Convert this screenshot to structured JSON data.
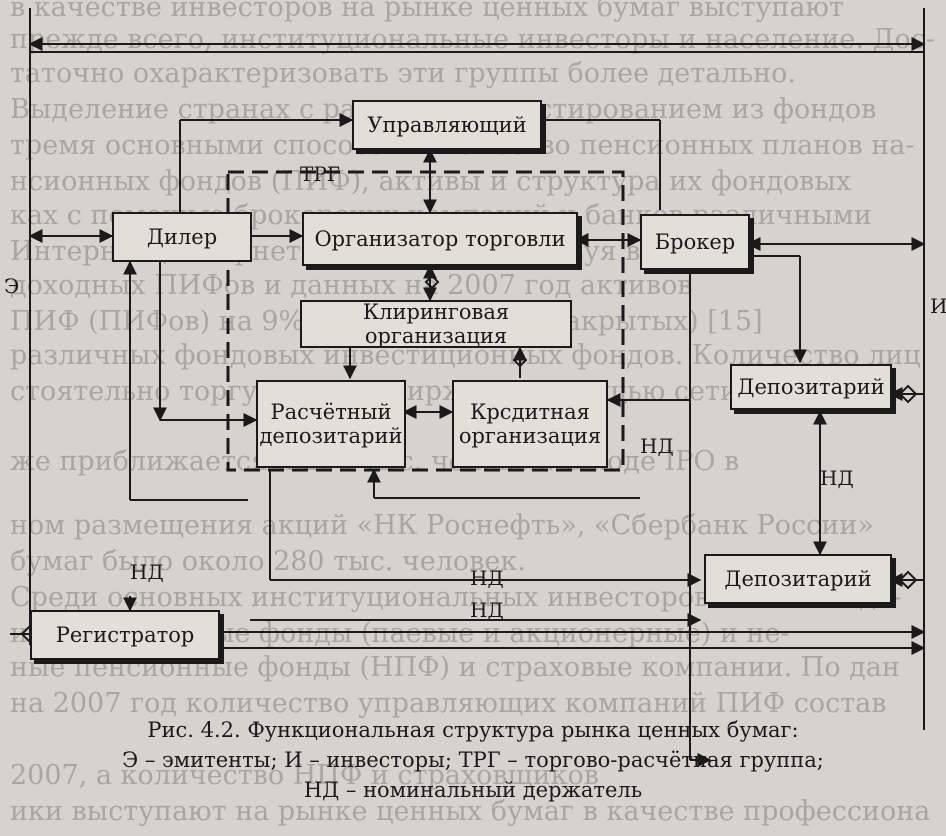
{
  "background_text": [
    "в качестве инвесторов на рынке ценных бумаг выступают",
    "прежде всего, институциональные инвесторы и население. Дос-",
    "таточно охарактеризовать эти группы более детально.",
    "Выделение странах с развитым инвестированием из фондов",
    "тремя основными способами: качество пенсионных планов на-",
    "нсионных фондов (ПИФ), активы и структура их фондовых",
    "ках с помощью брокерских компаний и банков различными",
    "Интернет (интернет-трейдинг) и участвуя в торгах",
    "доходных ПИФов и данных на 2007 год активов",
    "ПИФ (ПИФов) на 9% интервальных и закрытых) [15]",
    "различных фондовых инвестиционных фондов. Количество лиц",
    "стоятельно торгующих на биржах с помощью сети Интернет",
    "же приближается к 200 тыс. человек. В ходе IPO в",
    "ном размещения акций «НК Роснефть», «Сбербанк России»",
    "бумаг было около 280 тыс. человек.",
    "Среди основных институциональных инвесторов можно выде-",
    "инвестиционные фонды (паевые и акционерные) и не-",
    "ные пенсионные фонды (НПФ) и страховые компании. По дан",
    "на 2007 год количество управляющих компаний ПИФ состав",
    "2007, а количество НПФ и страховщиков",
    "ики выступают на рынке ценных бумаг в качестве профессиона"
  ],
  "boxes": {
    "upravl": "Управляющий",
    "diler": "Дилер",
    "organizator": "Организатор торговли",
    "broker": "Брокер",
    "kliring": "Клиринговая организация",
    "rasch_dep": "Расчётный депозитарий",
    "kredit": "Крсдитная организация",
    "depozit1": "Депозитарий",
    "depozit2": "Депозитарий",
    "registrator": "Регистратор"
  },
  "labels": {
    "trg": "ТРГ",
    "e": "Э",
    "i": "И",
    "nd1": "НД",
    "nd2": "НД",
    "nd3": "НД",
    "nd4": "НД",
    "nd5": "НД"
  },
  "caption": {
    "line1": "Рис. 4.2. Функциональная структура рынка ценных бумаг:",
    "line2": "Э – эмитенты; И – инвесторы; ТРГ – торгово-расчётная группа;",
    "line3": "НД – номинальный держатель"
  }
}
